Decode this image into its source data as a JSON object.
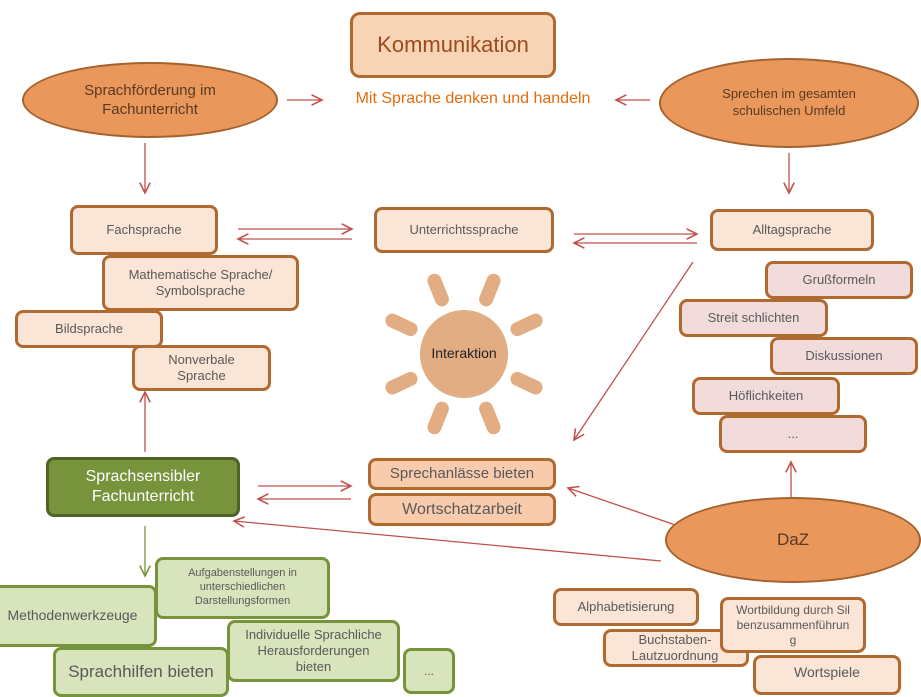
{
  "title": "Kommunikation",
  "subtitle": "Mit Sprache denken und handeln",
  "left_ellipse": "Sprachförderung im Fachunterricht",
  "right_ellipse": "Sprechen im gesamten schulischen Umfeld",
  "center": {
    "unterrichtssprache": "Unterrichtssprache",
    "interaktion": "Interaktion",
    "sprechanlaesse": "Sprechanlässe bieten",
    "wortschatzarbeit": "Wortschatzarbeit"
  },
  "left_column": {
    "fachsprache": "Fachsprache",
    "mathematische": "Mathematische Sprache/ Symbolsprache",
    "bildsprache": "Bildsprache",
    "nonverbale": "Nonverbale Sprache"
  },
  "right_column": {
    "alltagsprache": "Alltagsprache",
    "items": [
      "Grußformeln",
      "Streit schlichten",
      "Diskussionen",
      "Höflichkeiten",
      "..."
    ]
  },
  "sprachsensibel": {
    "label": "Sprachsensibler Fachunterricht",
    "items": [
      "Methodenwerkzeuge",
      "Aufgabenstellungen in unterschiedlichen Darstellungsformen",
      "Individuelle Sprachliche Herausforderungen bieten",
      "Sprachhilfen bieten",
      "..."
    ]
  },
  "daz": {
    "label": "DaZ",
    "items": [
      "Alphabetisierung",
      "Buchstaben-Lautzuordnung",
      "Wortbildung durch Silbenzusammenführung",
      "Wortspiele"
    ]
  },
  "colors": {
    "arrow": "#c0504d",
    "ellipse_fill": "#e9975a",
    "title_text": "#9c4a1e",
    "subtitle_text": "#e46c0a",
    "dark_green": "#77933c",
    "light_green": "#d8e4bc",
    "peach": "#fbe5d6",
    "pink": "#f2dcdb",
    "sun": "#e2ad82"
  }
}
